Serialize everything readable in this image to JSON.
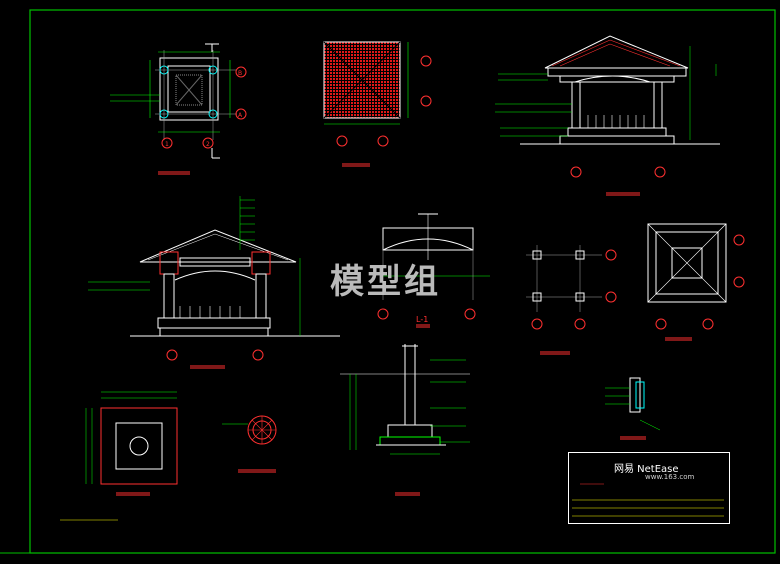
{
  "watermark": "模型组",
  "colors": {
    "background": "#000000",
    "frame": "#00c000",
    "line": "#ffffff",
    "dim": "#00ff00",
    "title": "#ff3030",
    "tile": "#ff2020",
    "accent": "#00ffff",
    "note": "#ffff00"
  },
  "title_block": {
    "brand": "网易 NetEase",
    "url": "www.163.com"
  },
  "axis_labels": {
    "b": "B",
    "a": "A",
    "n1": "1",
    "n2": "2"
  },
  "section_label": "L-1"
}
